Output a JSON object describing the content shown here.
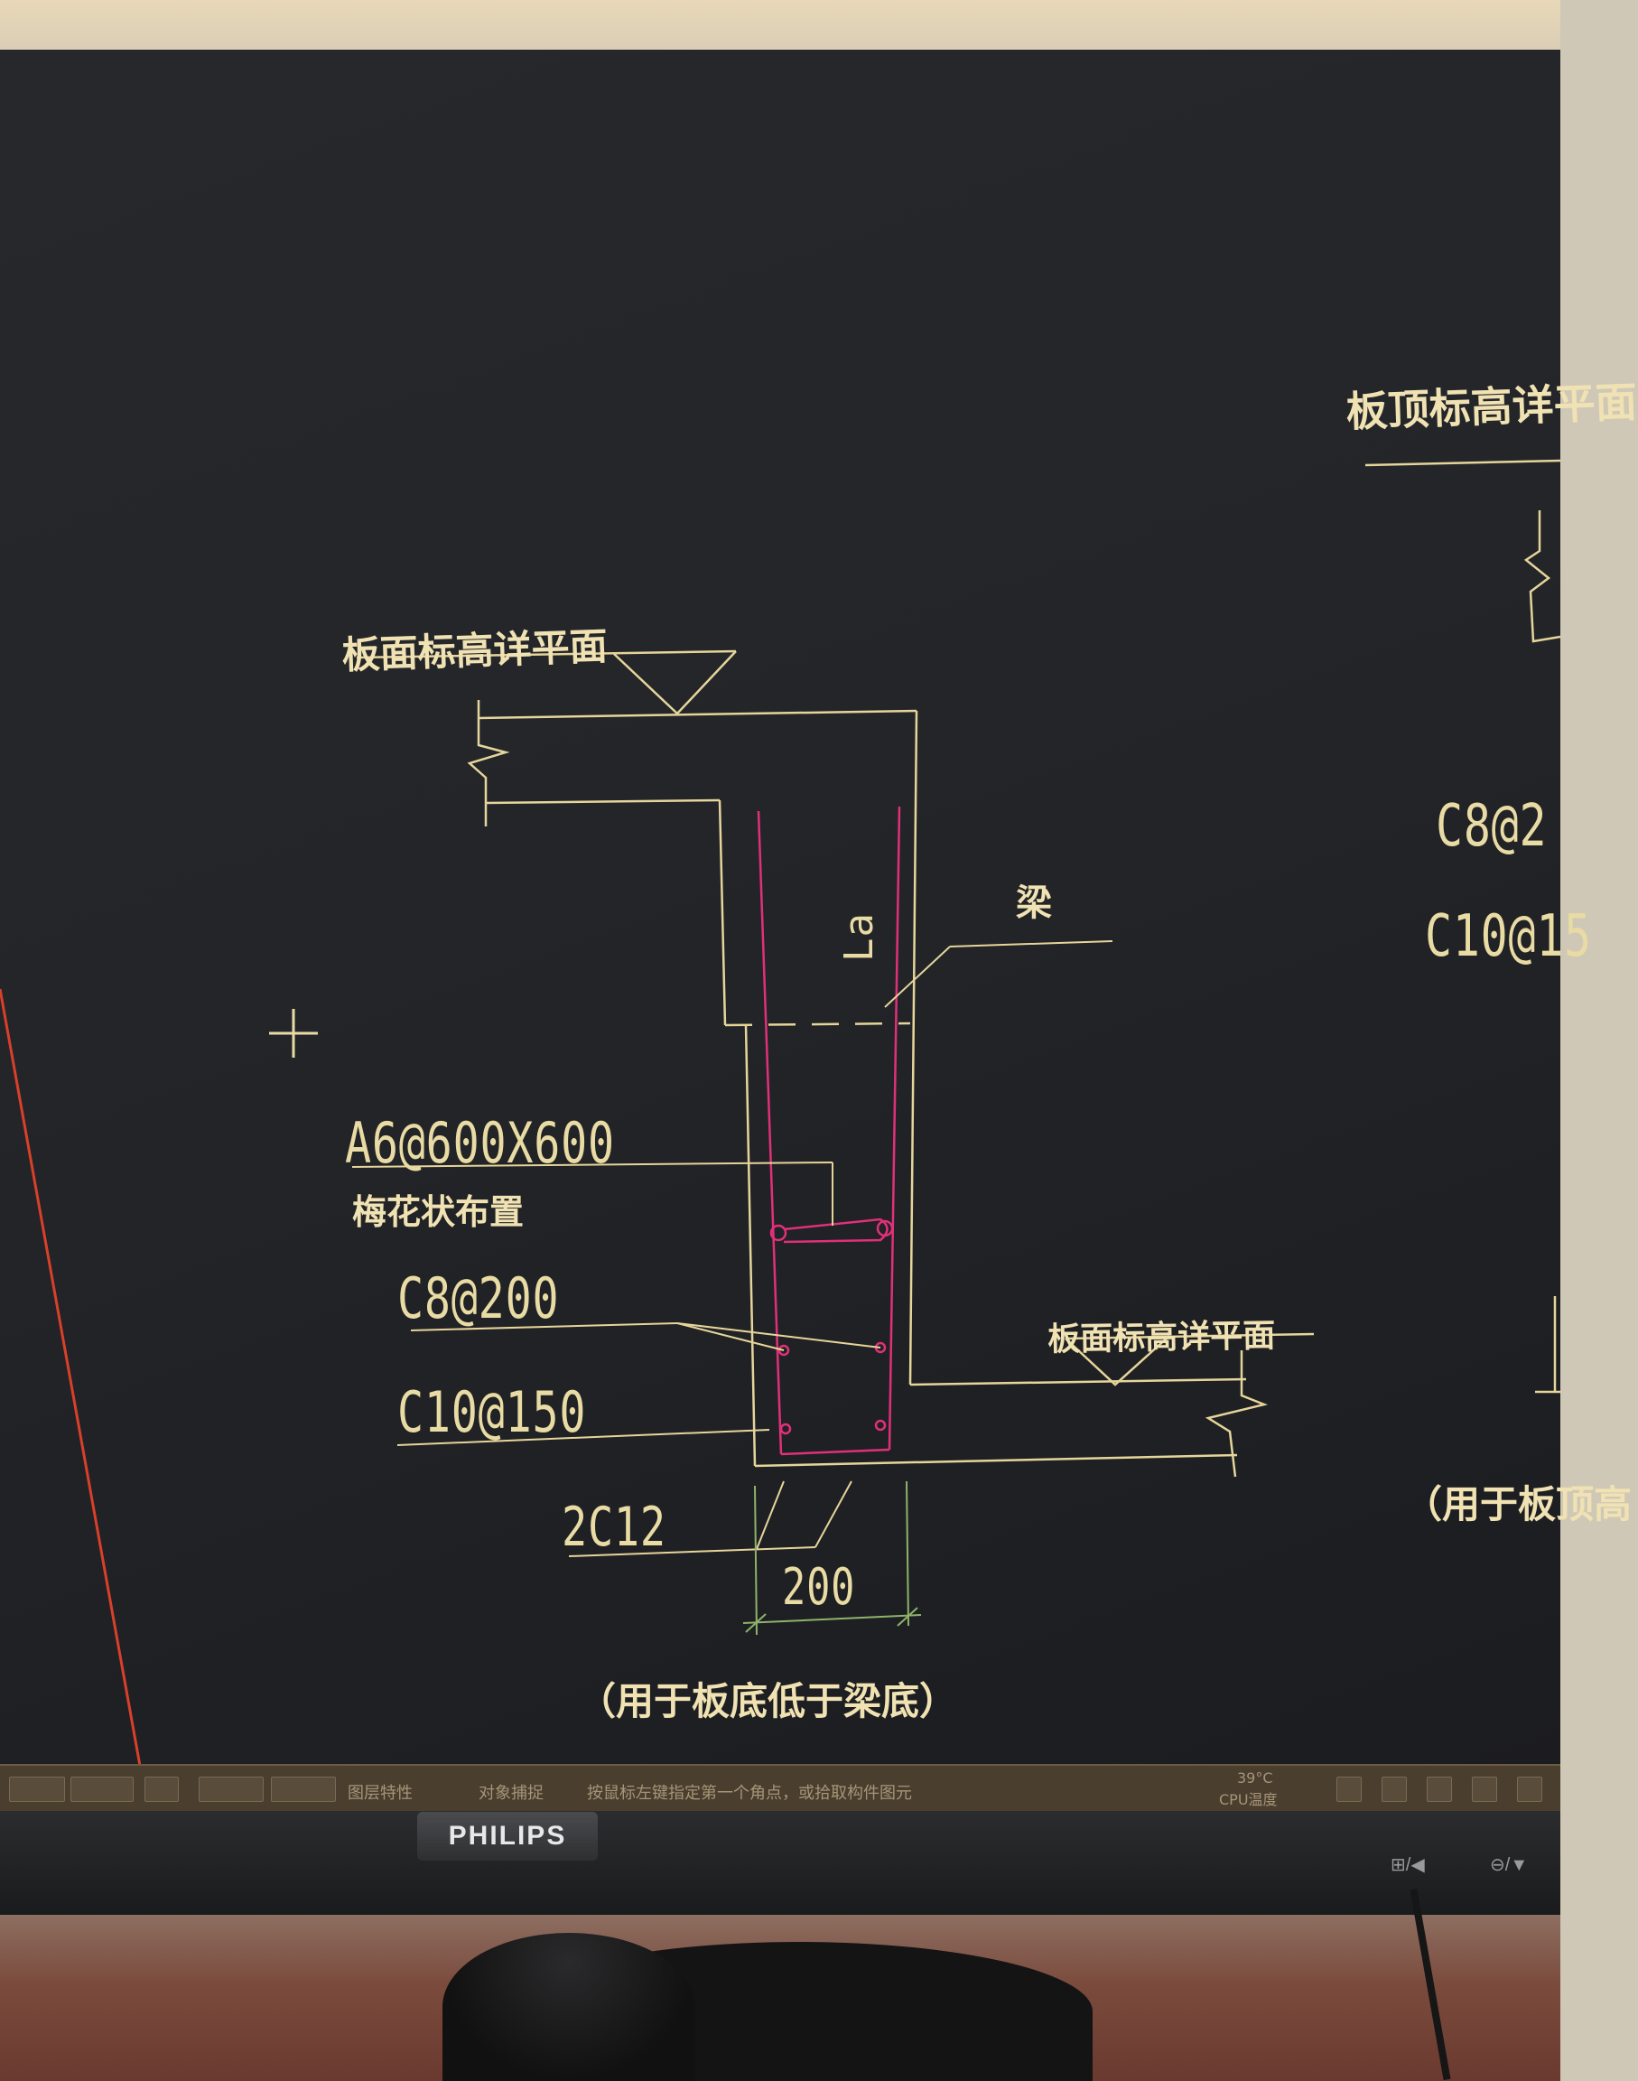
{
  "screen": {
    "background": "#232529",
    "line_color": "#e6d59a",
    "rebar_color": "#e0307a",
    "dim_color": "#8fb36a"
  },
  "drawing": {
    "left_detail": {
      "slab_top_label": "板面标高详平面",
      "beam_label": "梁",
      "anchor_label": "La",
      "tie_label": "A6@600X600",
      "tie_note": "梅花状布置",
      "stirrup_label": "C8@200",
      "bar_label": "C10@150",
      "bottom_bar_label": "2C12",
      "width_dim": "200",
      "lower_slab_label": "板面标高详平面",
      "caption": "（用于板底低于梁底）"
    },
    "right_detail": {
      "slab_top_label": "板顶标高详平面",
      "label_1": "C8@2",
      "label_2": "C10@15",
      "caption": "（用于板顶高"
    }
  },
  "statusbar": {
    "item_1": "图层特性",
    "item_2": "对象捕捉",
    "prompt": "按鼠标左键指定第一个角点，或拾取构件图元",
    "temperature": "39°C",
    "temp_label": "CPU温度"
  },
  "monitor": {
    "brand": "PHILIPS",
    "control_1": "⊞/◀",
    "control_2": "⊖/▼"
  }
}
